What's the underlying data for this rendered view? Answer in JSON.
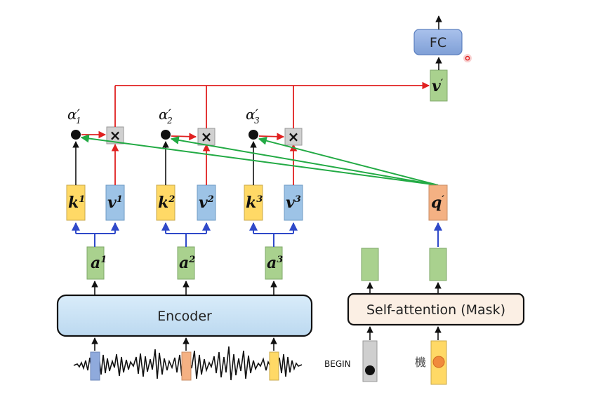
{
  "diagram": {
    "encoder_label": "Encoder",
    "decoder_label": "Self-attention (Mask)",
    "fc_label": "FC",
    "begin_label": "BEGIN",
    "machine_char": "機",
    "multiply_symbol": "×",
    "query": {
      "base": "q",
      "prime": "′"
    },
    "context": {
      "base": "v",
      "prime": "′"
    },
    "columns": [
      {
        "a_base": "a",
        "a_sup": "1",
        "k_base": "k",
        "k_sup": "1",
        "v_base": "v",
        "v_sup": "1",
        "alpha_base": "α",
        "alpha_prime": "′",
        "alpha_sub": "1"
      },
      {
        "a_base": "a",
        "a_sup": "2",
        "k_base": "k",
        "k_sup": "2",
        "v_base": "v",
        "v_sup": "2",
        "alpha_base": "α",
        "alpha_prime": "′",
        "alpha_sub": "2"
      },
      {
        "a_base": "a",
        "a_sup": "3",
        "k_base": "k",
        "k_sup": "3",
        "v_base": "v",
        "v_sup": "3",
        "alpha_base": "α",
        "alpha_prime": "′",
        "alpha_sub": "3"
      }
    ],
    "colors": {
      "green_box": "#a9d18e",
      "yellow_box": "#ffd966",
      "blue_box": "#9dc3e6",
      "orange_box": "#f4b183",
      "fc_box": "#8faadc",
      "red_line": "#e02020",
      "green_line": "#22aa44",
      "blue_arrow": "#2f49c9"
    }
  }
}
